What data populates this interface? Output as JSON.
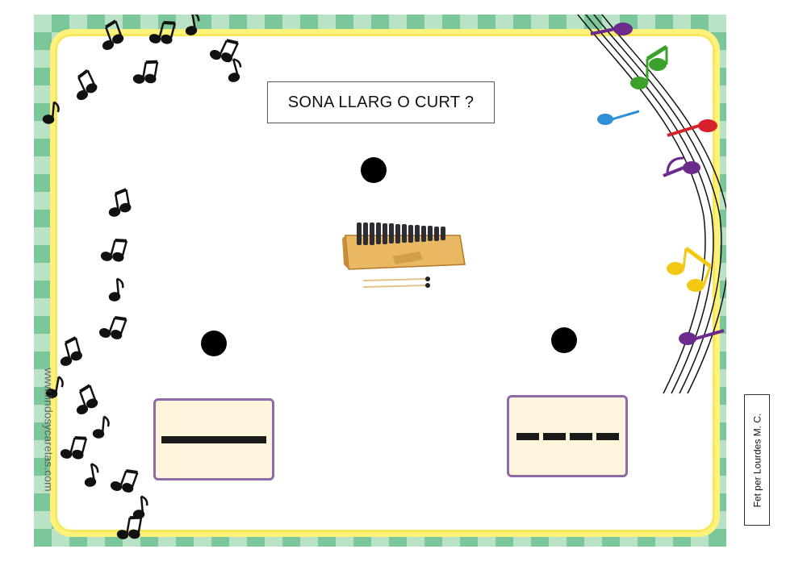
{
  "title": "SONA LLARG O CURT ?",
  "credit": "Fet per Lourdes M. C.",
  "side_url": "www.lindosycaretas.com",
  "cards": [
    {
      "id": "long",
      "icon": "long-line-icon"
    },
    {
      "id": "short",
      "icon": "dashed-line-icon"
    }
  ],
  "center_image": "xylophone-icon",
  "colors": {
    "check_dark": "#7cc79a",
    "check_light": "#b9e2c6",
    "border_yellow": "#fff27a",
    "card_bg": "#fdf6dc",
    "card_border": "#8f6aa7",
    "note_purple": "#6b2a8c",
    "note_green": "#3ba12a",
    "note_red": "#d6202a",
    "note_blue": "#2f8fd8",
    "note_yellow": "#f2c812"
  }
}
